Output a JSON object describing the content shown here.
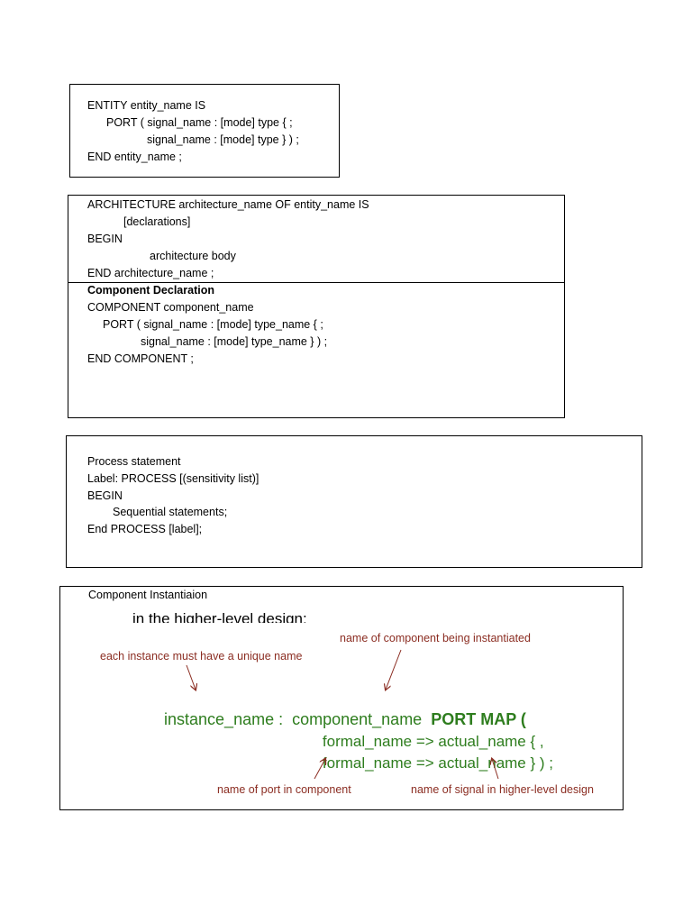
{
  "entity_box": {
    "lines": [
      "ENTITY entity_name IS",
      "PORT ( signal_name : [mode] type { ;",
      "signal_name : [mode] type } ) ;",
      "END entity_name ;"
    ]
  },
  "architecture_box": {
    "lines": [
      "ARCHITECTURE architecture_name OF entity_name IS",
      "[declarations]",
      "BEGIN",
      "architecture body",
      "END architecture_name ;"
    ],
    "component_heading": "Component Declaration",
    "component_lines": [
      "COMPONENT component_name",
      "PORT ( signal_name : [mode] type_name { ;",
      "signal_name : [mode] type_name } ) ;",
      "END COMPONENT ;"
    ]
  },
  "process_box": {
    "lines": [
      "Process statement",
      "Label: PROCESS [(sensitivity list)]",
      "BEGIN",
      "Sequential statements;",
      "End PROCESS [label];"
    ]
  },
  "instantiation_box": {
    "heading": "Component Instantiaion",
    "clipped_text": "in the higher-level design:",
    "syntax": {
      "line1_name": "instance_name :  component_name  ",
      "line1_keyword": "PORT MAP (",
      "line2_formal": "formal_name => ",
      "line2_actual": "actual_name { ,",
      "line3_formal": "formal_name => ",
      "line3_actual": "actual_name } ) ;"
    },
    "annotations": {
      "unique_name": "each instance must have a unique name",
      "component_name": "name of component being instantiated",
      "port_name": "name of port in component",
      "signal_name": "name of signal in higher-level design"
    },
    "colors": {
      "syntax": "#2e7d1e",
      "annotation": "#8b2d22"
    }
  }
}
